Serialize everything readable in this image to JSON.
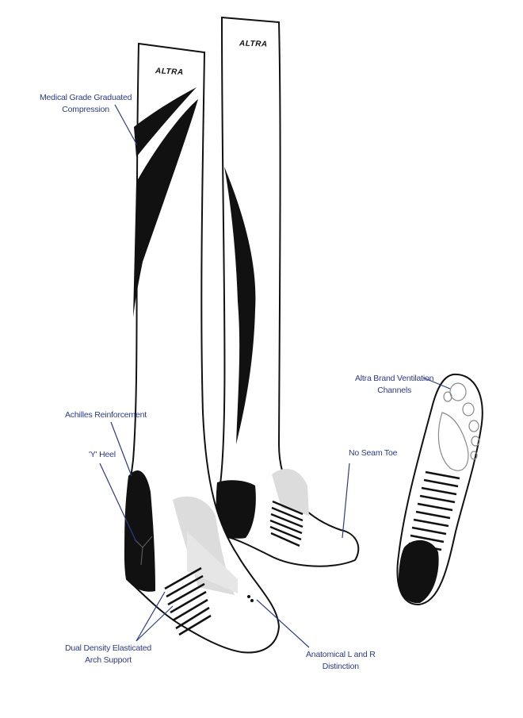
{
  "brand": {
    "logo_text": "ALTRA"
  },
  "labels": {
    "compression": [
      "Medical Grade Graduated",
      "Compression"
    ],
    "achilles": "Achilles Reinforcement",
    "y_heel": "'Y' Heel",
    "arch": [
      "Dual Density Elasticated",
      "Arch Support"
    ],
    "ventilation": [
      "Altra Brand Ventilation",
      "Channels"
    ],
    "no_seam_toe": "No Seam Toe",
    "anatomical": [
      "Anatomical L and R",
      "Distinction"
    ]
  },
  "colors": {
    "ink": "#111111",
    "callout": "#2b3a8c",
    "light_gray": "#dcdcdc"
  }
}
